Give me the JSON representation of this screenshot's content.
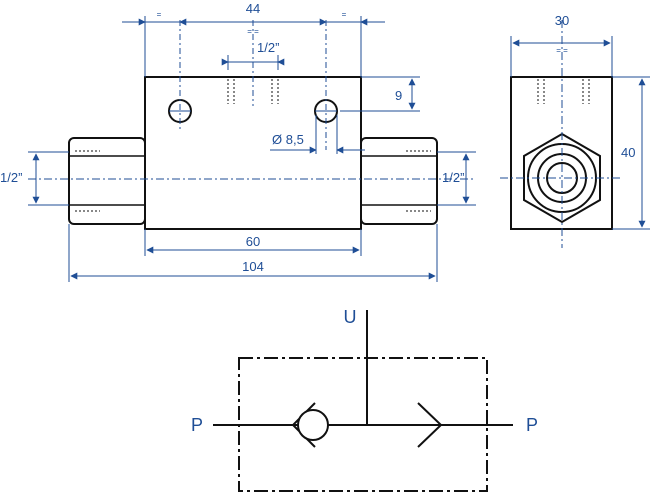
{
  "dimensions": {
    "hole_spacing": "44",
    "equal_mark": "=",
    "equal_pair": "= =",
    "port_thread_top": "1/2”",
    "hole_offset": "9",
    "hole_diameter": "Ø 8,5",
    "port_thread_left": "1/2”",
    "port_thread_right": "1/2”",
    "body_length": "60",
    "overall_length": "104",
    "body_width": "30",
    "body_height": "40"
  },
  "symbol": {
    "port_u": "U",
    "port_p_left": "P",
    "port_p_right": "P"
  },
  "colors": {
    "outline": "#111111",
    "dimension": "#1f4e96"
  }
}
